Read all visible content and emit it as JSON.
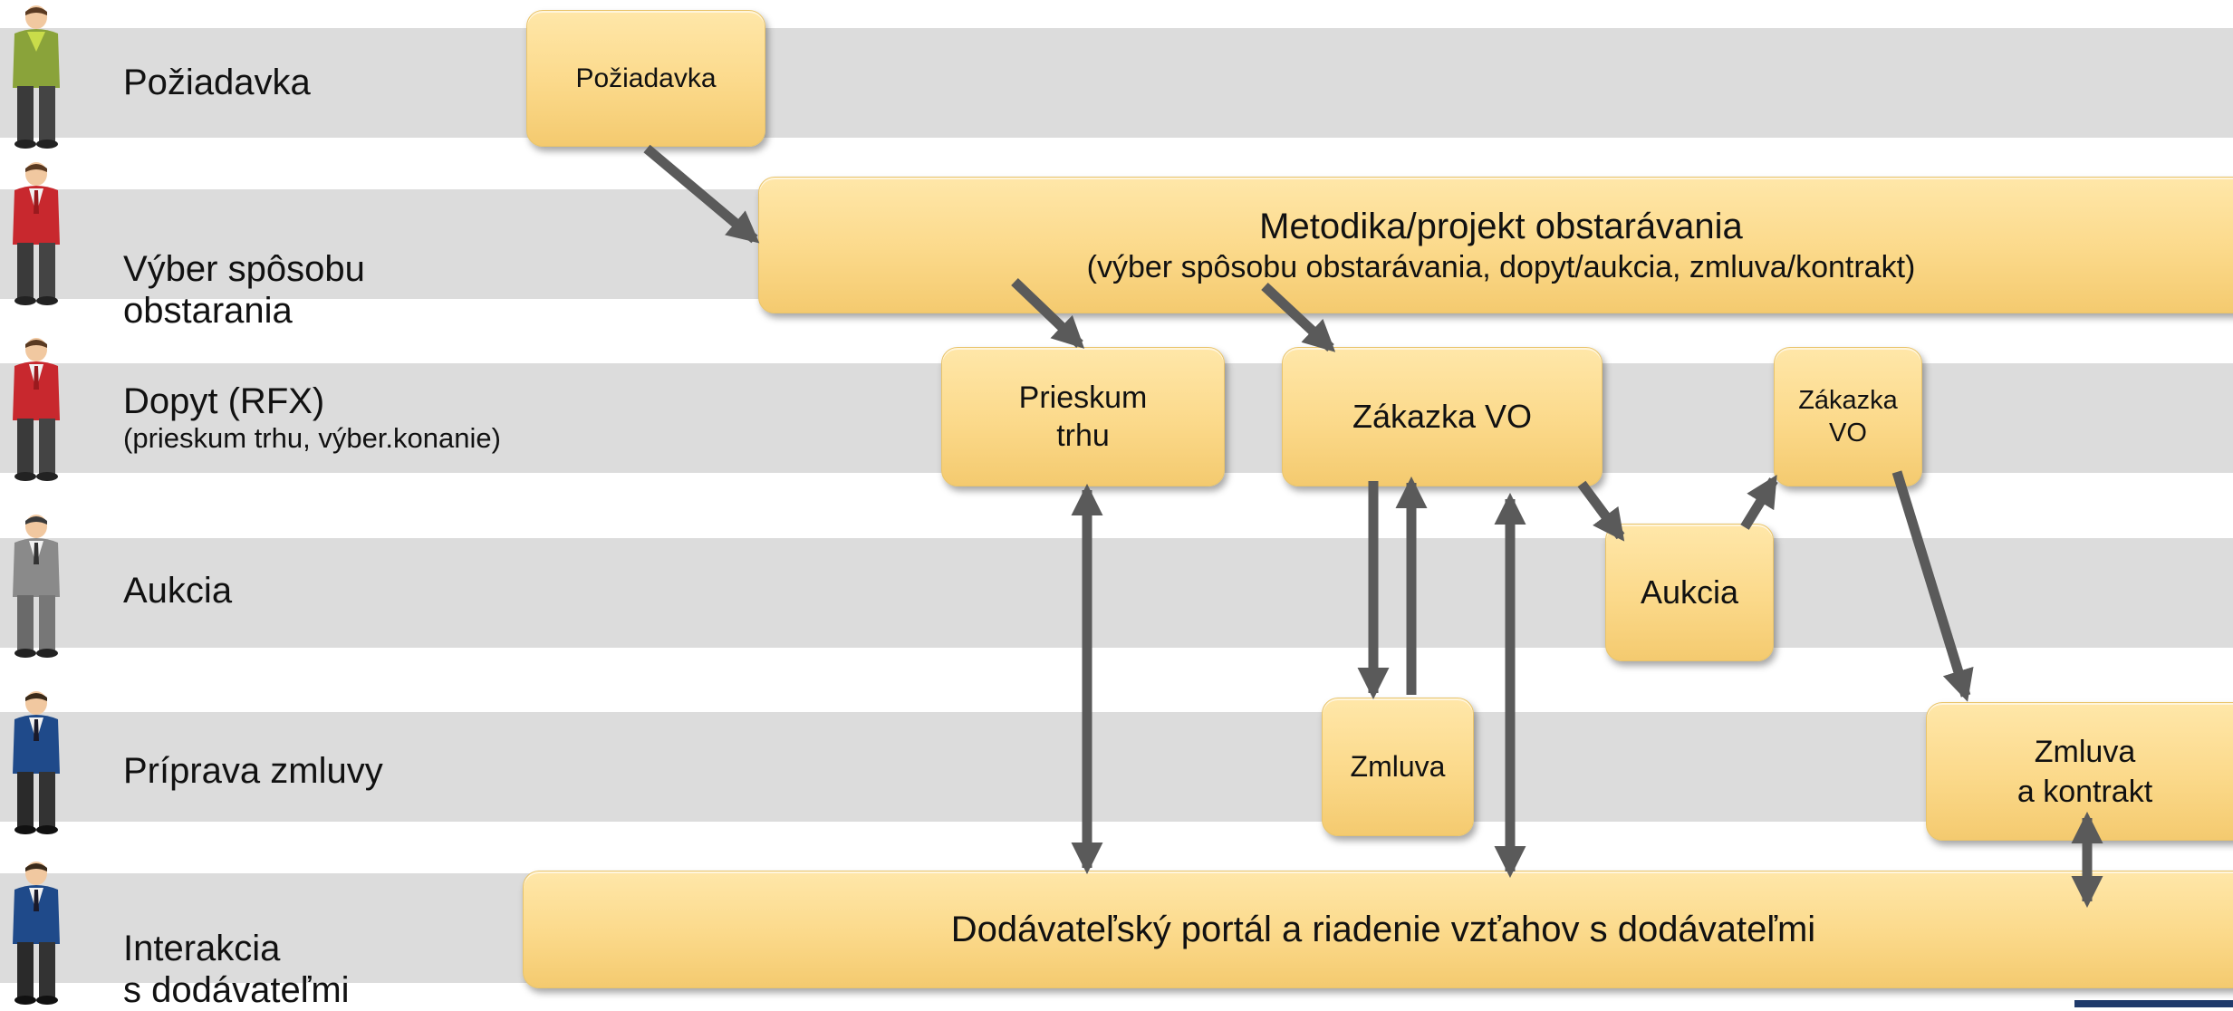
{
  "lanes": [
    {
      "label": "Požiadavka",
      "sub": ""
    },
    {
      "label": "Výber spôsobu\nobstarania",
      "sub": ""
    },
    {
      "label": "Dopyt (RFX)",
      "sub": "(prieskum trhu, výber.konanie)"
    },
    {
      "label": "Aukcia",
      "sub": ""
    },
    {
      "label": "Príprava zmluvy",
      "sub": ""
    },
    {
      "label": "Interakcia\ns dodávateľmi",
      "sub": ""
    }
  ],
  "boxes": {
    "poziadavka": "Požiadavka",
    "metodika_title": "Metodika/projekt obstarávania",
    "metodika_sub": "(výber spôsobu obstarávania, dopyt/aukcia, zmluva/kontrakt)",
    "prieskum": "Prieskum\ntrhu",
    "zakazka_vo": "Zákazka VO",
    "zakazka_vo_2": "Zákazka\nVO",
    "aukcia": "Aukcia",
    "zmluva": "Zmluva",
    "zmluva_kontrakt": "Zmluva\na kontrakt",
    "portal": "Dodávateľský portál a riadenie vzťahov s dodávateľmi"
  },
  "colors": {
    "band": "#dcdcdc",
    "box_fill": "#fbd98a",
    "arrow": "#5a5a5a"
  },
  "people": [
    {
      "icon": "person-icon",
      "suit": "#8aa33a",
      "shirt": "#c9dc4a"
    },
    {
      "icon": "person-icon",
      "suit": "#c8282e",
      "shirt": "#e0343a"
    },
    {
      "icon": "person-icon",
      "suit": "#c8282e",
      "shirt": "#e0343a"
    },
    {
      "icon": "person-icon",
      "suit": "#8a8a8a",
      "shirt": "#a5a5a5"
    },
    {
      "icon": "person-icon",
      "suit": "#1f4a8a",
      "shirt": "#2a5ca5"
    },
    {
      "icon": "person-icon",
      "suit": "#1f4a8a",
      "shirt": "#2a5ca5"
    }
  ]
}
